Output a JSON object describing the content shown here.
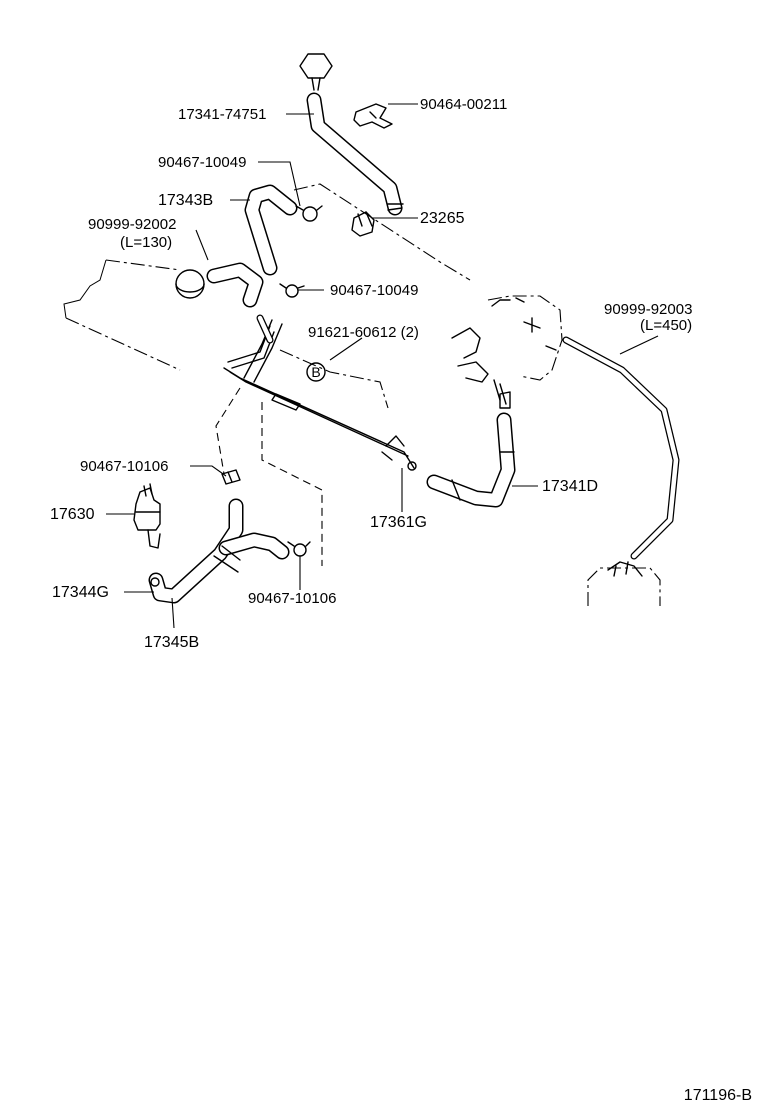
{
  "diagram": {
    "parts": [
      {
        "key": "p1",
        "number": "17341-74751"
      },
      {
        "key": "p2",
        "number": "90464-00211"
      },
      {
        "key": "p3",
        "number": "90467-10049"
      },
      {
        "key": "p4",
        "number": "17343B"
      },
      {
        "key": "p5",
        "number": "23265"
      },
      {
        "key": "p6",
        "number": "90999-92002"
      },
      {
        "key": "p6b",
        "number": "(L=130)"
      },
      {
        "key": "p7",
        "number": "90467-10049"
      },
      {
        "key": "p8",
        "number": "90999-92003"
      },
      {
        "key": "p8b",
        "number": "(L=450)"
      },
      {
        "key": "p9",
        "number": "91621-60612 (2)"
      },
      {
        "key": "p10",
        "number": "90467-10106"
      },
      {
        "key": "p11",
        "number": "17341D"
      },
      {
        "key": "p12",
        "number": "17630"
      },
      {
        "key": "p13",
        "number": "17361G"
      },
      {
        "key": "p14",
        "number": "17344G"
      },
      {
        "key": "p15",
        "number": "90467-10106"
      },
      {
        "key": "p16",
        "number": "17345B"
      }
    ],
    "reference_marker": "B",
    "figure_code": "171196-B"
  }
}
